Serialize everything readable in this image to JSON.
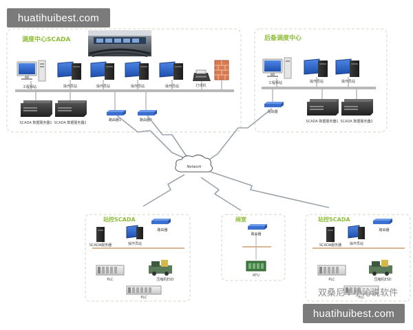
{
  "watermarks": {
    "top": "huatihuibest.com",
    "bottom": "huatihuibest.com",
    "chinese": "双桑尼 I 小沁说软件"
  },
  "colors": {
    "zone_border": "#cfd8c0",
    "zone_title": "#8fbd3a",
    "bus": "#b8b8b8",
    "link": "#9aa3ad",
    "switch": "#3a6fd0",
    "monitor": "#2a5fc0",
    "firewall": "#d97a52",
    "label": "#444444"
  },
  "zones": [
    {
      "id": "dispatch",
      "title": "调度中心SCADA"
    },
    {
      "id": "backup",
      "title": "后备调度中心"
    },
    {
      "id": "station1",
      "title": "站控SCADA"
    },
    {
      "id": "valve",
      "title": "阀室"
    },
    {
      "id": "station2",
      "title": "站控SCADA"
    }
  ],
  "network_label": "Network",
  "dispatch": {
    "workstation": "工程师站",
    "operators": [
      "操作员站",
      "操作员站",
      "操作员站",
      "操作员站"
    ],
    "printer": "打印机",
    "servers": [
      "SCADA 数据服务器1",
      "SCADA 数据服务器2"
    ],
    "routers": [
      "路由器1",
      "路由器2"
    ]
  },
  "backup": {
    "workstation": "工程师站",
    "operators": [
      "操作员站",
      "操作员站"
    ],
    "router": "路由器",
    "servers": [
      "SCADA 数据服务器1",
      "SCADA 数据服务器2"
    ]
  },
  "station1": {
    "server": "SCADA服务器",
    "operator": "操作员站",
    "router": "路由器",
    "plc_top": "PLC",
    "esd": "压缩机ESD",
    "plc_bottom": "PLC"
  },
  "valve": {
    "router": "路由器",
    "rtu": "RTU"
  },
  "station2": {
    "server": "SCADA服务器",
    "operator": "操作员站",
    "router": "路由器",
    "plc_top": "PLC",
    "esd": "压缩机ESD",
    "plc_bottom": "PLC"
  }
}
